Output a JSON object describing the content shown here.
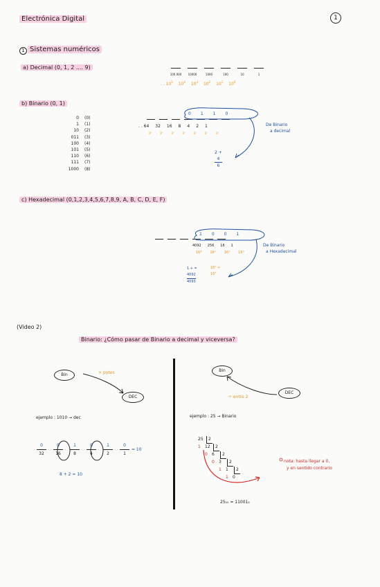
{
  "header": {
    "title": "Electrónica Digital",
    "page_number": "1"
  },
  "section1": {
    "title": "Sistemas numéricos",
    "number": "1",
    "decimal": {
      "label": "a) Decimal (0, 1, 2 .... 9)",
      "place_values": [
        "100 000",
        "10000",
        "1000",
        "100",
        "10",
        "1"
      ],
      "powers": [
        ". . 10",
        "10",
        "10",
        "10",
        "10",
        "10"
      ],
      "exponents": [
        "5",
        "4",
        "3",
        "2",
        "1",
        "0"
      ]
    },
    "binario": {
      "label": "b) Binario (0, 1)",
      "digits": [
        "0",
        "1",
        "10",
        "011",
        "100",
        "101",
        "110",
        "111",
        "1000"
      ],
      "values": [
        "(0)",
        "(1)",
        "(2)",
        "(3)",
        "(4)",
        "(5)",
        "(6)",
        "(7)",
        "(8)"
      ],
      "place_values": [
        ". . 64",
        "32",
        "16",
        "8",
        "4",
        "2",
        "1"
      ],
      "powers": [
        "2⁶",
        "2⁵",
        "2⁴",
        "2³",
        "2²",
        "2¹",
        "2⁰"
      ],
      "bits": [
        "0",
        "1",
        "1",
        "0"
      ],
      "note": [
        "De Binario",
        "a decimal"
      ],
      "sum": [
        "2 +",
        "4",
        "6"
      ]
    },
    "hexadecimal": {
      "label": "c) Hexadecimal (0,1,2,3,4,5,6,7,8,9, A, B, C, D, E, F)",
      "place_values": [
        "4092",
        "256",
        "16",
        "1"
      ],
      "powers": [
        "16³",
        "16²",
        "16¹",
        "16⁰"
      ],
      "bits": [
        "1",
        "0",
        "0",
        "1"
      ],
      "note": [
        "De Binario",
        "a Hexadecimal"
      ],
      "sum": [
        "1 + =",
        "4092",
        "4093"
      ],
      "sum_powers": [
        "16⁰ +",
        "16³"
      ]
    }
  },
  "video2": {
    "label": "(Video 2)",
    "title": "Binario: ¿Cómo pasar de Binario a decimal y viceversa?",
    "left": {
      "from": "Bin",
      "to": "DEC",
      "method": "× potes",
      "example": "ejemplo : 1010 → dec",
      "bits": [
        "0",
        "0",
        "1",
        "0",
        "1",
        "0"
      ],
      "weights": [
        "32",
        "16",
        "8",
        "4",
        "2",
        "1"
      ],
      "result": "= 10",
      "sum": "8 + 2 = 10"
    },
    "right": {
      "from": "Bin",
      "to": "DEC",
      "method": "÷ entre 2",
      "example": "ejemplo : 25 → Binario",
      "division": [
        "25",
        "12",
        "6",
        "3",
        "1"
      ],
      "divisor": "2",
      "remainders": [
        "1",
        "0",
        "0",
        "1",
        "1"
      ],
      "last": "0",
      "note_line1": "nota: hasta llegar a 0,",
      "note_line2": "y en sentido contrario",
      "result": "25₁₀ = 11001₂"
    }
  },
  "colors": {
    "highlight": "#f7d0e2",
    "orange": "#e8951f",
    "blue": "#1f4fa0",
    "red": "#d42a2a"
  }
}
